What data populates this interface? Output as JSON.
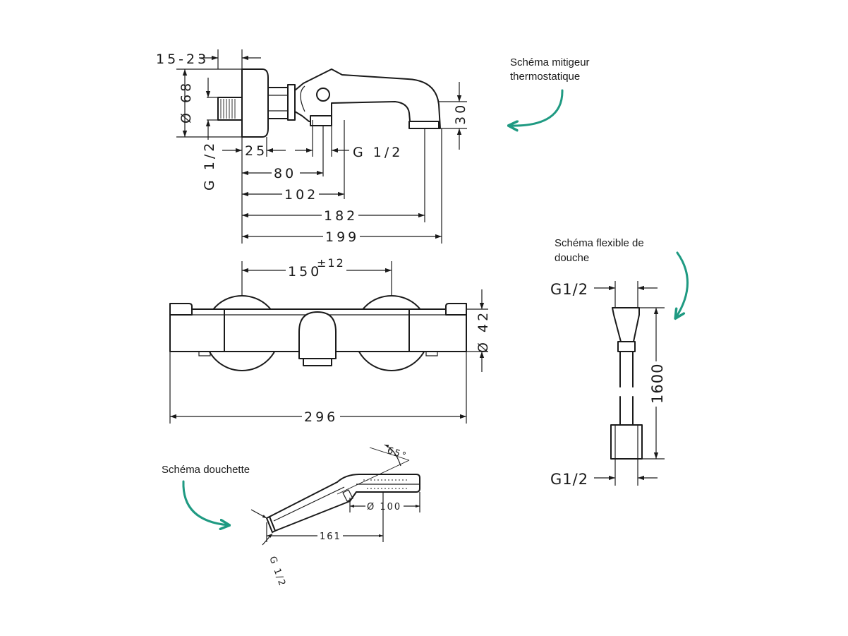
{
  "captions": {
    "mixer": [
      "Schéma mitigeur",
      "thermostatique"
    ],
    "hose": [
      "Schéma flexible de",
      "douche"
    ],
    "handshower": "Schéma douchette"
  },
  "mixer_side": {
    "offset": "15-23",
    "diameter": "Ø 68",
    "thread_left": "G 1/2",
    "thread_right": "G 1/2",
    "d25": "25",
    "d30": "30",
    "d80": "80",
    "d102": "102",
    "d182": "182",
    "d199": "199"
  },
  "mixer_front": {
    "spacing": "150",
    "tolerance": "±12",
    "diameter": "Ø 42",
    "width": "296"
  },
  "hose": {
    "thread_top": "G1/2",
    "thread_bottom": "G1/2",
    "length": "1600"
  },
  "handshower": {
    "angle": "65°",
    "diameter": "Ø 100",
    "length": "161",
    "thread": "G 1/2"
  },
  "colors": {
    "arrow": "#1f9a82",
    "line": "#1a1a1a"
  },
  "icons": [
    "curved-arrow-icon"
  ]
}
